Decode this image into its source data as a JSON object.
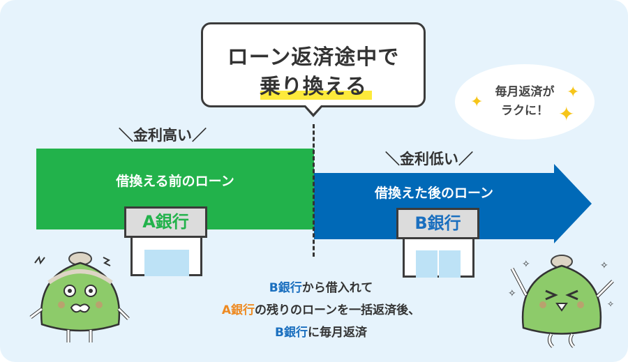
{
  "bubble": {
    "line1": "ローン返済途中で",
    "line2": "乗り換える",
    "highlight_color": "#fdea3b"
  },
  "callout": {
    "line1": "毎月返済が",
    "line2": "ラクに！",
    "sparkle": "✦"
  },
  "left_section": {
    "rate_label": "＼金利高い／",
    "bar_label": "借換える前のローン",
    "bank_name": "A銀行",
    "bar_color": "#22b24b"
  },
  "right_section": {
    "rate_label": "＼金利低い／",
    "bar_label": "借換えた後のローン",
    "bank_name": "B銀行",
    "bar_color": "#0069b7"
  },
  "explanation": {
    "line1_bank": "B銀行",
    "line1_rest": "から借入れて",
    "line2_bank": "A銀行",
    "line2_rest": "の残りのローンを一括返済後、",
    "line3_bank": "B銀行",
    "line3_rest": "に毎月返済"
  },
  "characters": {
    "left": "worried-purse-character",
    "right": "happy-purse-character"
  }
}
